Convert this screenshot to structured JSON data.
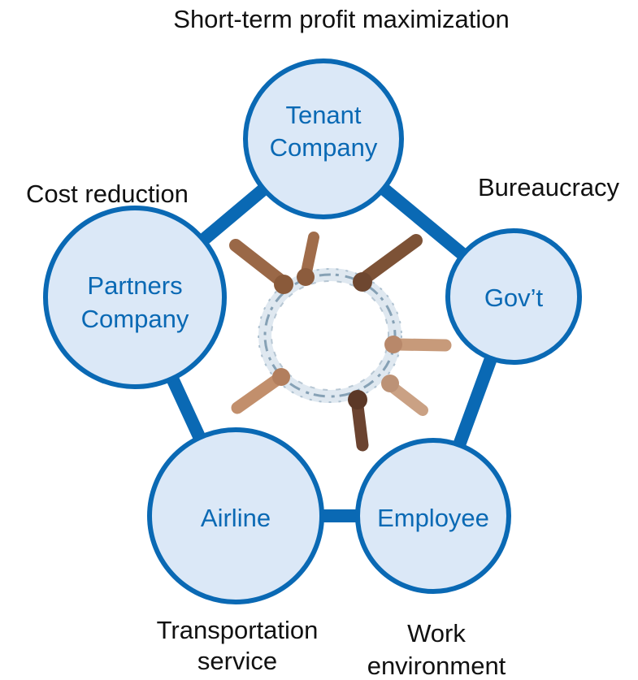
{
  "colors": {
    "accent": "#0a69b4",
    "node_fill": "#dbe8f7",
    "label_text": "#111111",
    "background": "#ffffff"
  },
  "center_image": {
    "name": "hands-holding-water-ring"
  },
  "nodes": [
    {
      "id": "tenant",
      "lines": [
        "Tenant",
        "Company"
      ]
    },
    {
      "id": "govt",
      "lines": [
        "Gov’t"
      ]
    },
    {
      "id": "employee",
      "lines": [
        "Employee"
      ]
    },
    {
      "id": "airline",
      "lines": [
        "Airline"
      ]
    },
    {
      "id": "partners",
      "lines": [
        "Partners",
        "Company"
      ]
    }
  ],
  "goals": [
    {
      "id": "tenant",
      "lines": [
        "Short-term profit maximization"
      ]
    },
    {
      "id": "govt",
      "lines": [
        "Bureaucracy"
      ]
    },
    {
      "id": "employee",
      "lines": [
        "Work",
        "environment"
      ]
    },
    {
      "id": "airline",
      "lines": [
        "Transportation",
        "service"
      ]
    },
    {
      "id": "partners",
      "lines": [
        "Cost reduction"
      ]
    }
  ]
}
